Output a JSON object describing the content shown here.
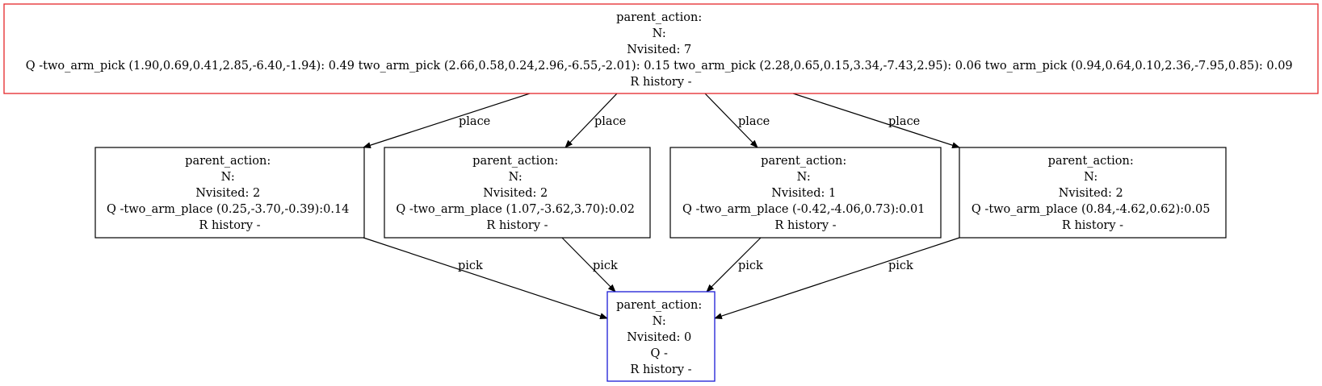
{
  "graph": {
    "colors": {
      "root_border": "#e5262a",
      "leaf_border": "#1a1ad6",
      "default_border": "#000000",
      "edge": "#000000"
    },
    "nodes": {
      "root": {
        "lines": [
          "parent_action:",
          "N:",
          "Nvisited: 7",
          "Q -two_arm_pick (1.90,0.69,0.41,2.85,-6.40,-1.94): 0.49 two_arm_pick (2.66,0.58,0.24,2.96,-6.55,-2.01): 0.15 two_arm_pick (2.28,0.65,0.15,3.34,-7.43,2.95): 0.06 two_arm_pick (0.94,0.64,0.10,2.36,-7.95,0.85): 0.09",
          "R history -"
        ]
      },
      "child1": {
        "lines": [
          "parent_action:",
          "N:",
          "Nvisited: 2",
          "Q -two_arm_place (0.25,-3.70,-0.39):0.14",
          "R history -"
        ]
      },
      "child2": {
        "lines": [
          "parent_action:",
          "N:",
          "Nvisited: 2",
          "Q -two_arm_place (1.07,-3.62,3.70):0.02",
          "R history -"
        ]
      },
      "child3": {
        "lines": [
          "parent_action:",
          "N:",
          "Nvisited: 1",
          "Q -two_arm_place (-0.42,-4.06,0.73):0.01",
          "R history -"
        ]
      },
      "child4": {
        "lines": [
          "parent_action:",
          "N:",
          "Nvisited: 2",
          "Q -two_arm_place (0.84,-4.62,0.62):0.05",
          "R history -"
        ]
      },
      "leaf": {
        "lines": [
          "parent_action:",
          "N:",
          "Nvisited: 0",
          "Q -",
          "R history -"
        ]
      }
    },
    "edges": {
      "root_child1": "place",
      "root_child2": "place",
      "root_child3": "place",
      "root_child4": "place",
      "child1_leaf": "pick",
      "child2_leaf": "pick",
      "child3_leaf": "pick",
      "child4_leaf": "pick"
    }
  }
}
